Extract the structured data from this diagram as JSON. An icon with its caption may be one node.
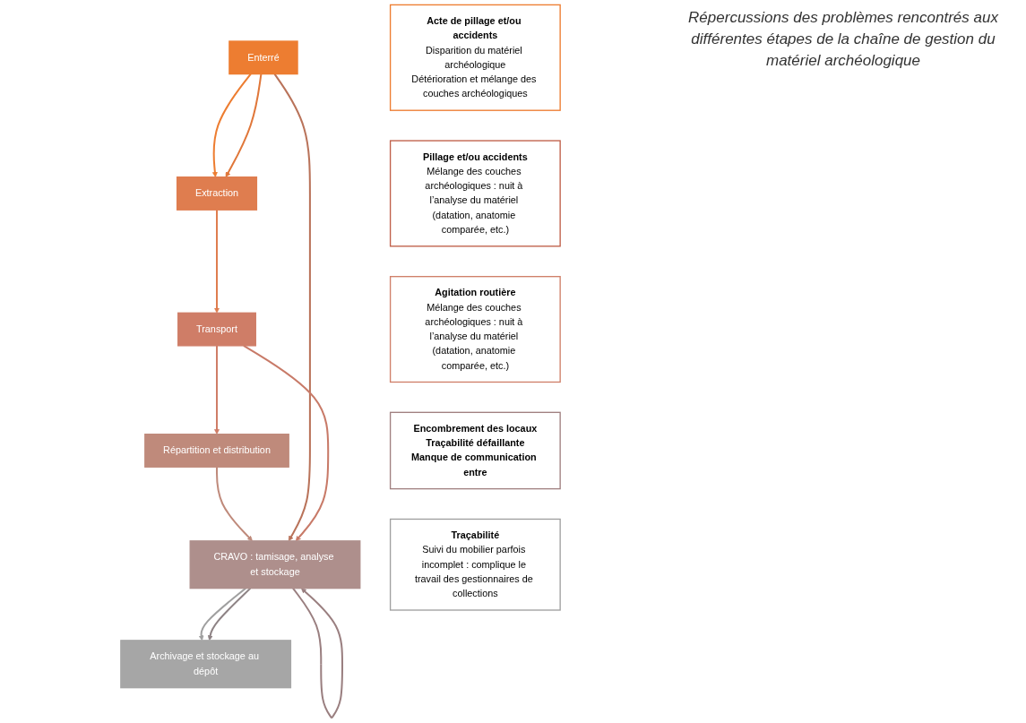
{
  "diagram": {
    "title": "Répercussions des problèmes rencontrés aux différentes étapes de la chaîne de gestion du matériel archéologique",
    "nodes": [
      {
        "text": [
          "Enterré"
        ]
      },
      {
        "text": [
          "Extraction"
        ]
      },
      {
        "text": [
          "Transport"
        ]
      },
      {
        "text": [
          "Répartition et distribution"
        ]
      },
      {
        "text": [
          "CRAVO : tamisage, analyse et stockage"
        ]
      },
      {
        "text": [
          "Archivage et stockage au dépôt"
        ]
      },
      {
        "text": [
          "Acte de pillage et/ou accidents",
          "Disparition du matériel archéologique",
          "Détérioration et mélange des couches archéologiques"
        ]
      },
      {
        "text": [
          "Pillage et/ou accidents",
          "Mélange des couches archéologiques : nuit à l’analyse du matériel (datation, anatomie comparée, etc.)"
        ]
      },
      {
        "text": [
          "Agitation routière",
          "Mélange des couches archéologiques : nuit à l’analyse du matériel (datation, anatomie comparée, etc.)"
        ]
      },
      {
        "text": [
          "Encombrement des locaux",
          "Traçabilité défaillante",
          "Manque de communication entre"
        ]
      },
      {
        "text": [
          "Traçabilité",
          "Suivi du mobilier parfois incomplet : complique le travail des gestionnaires de collections"
        ]
      }
    ],
    "edges": [
      {
        "from": 0,
        "to": 1,
        "arrow": "to",
        "color": "#ed7d31"
      },
      {
        "from": 1,
        "to": 2,
        "arrow": "to",
        "color": "#df7d4f"
      },
      {
        "from": 2,
        "to": 3,
        "arrow": "to",
        "color": "#cf7d67"
      },
      {
        "from": 3,
        "to": 4,
        "arrow": "to",
        "color": "#bf8a7b"
      },
      {
        "from": 4,
        "to": 5,
        "arrow": "to",
        "color": "#a0a0a0"
      },
      {
        "from": 0,
        "to": 1,
        "arrow": "to",
        "color": "#e0773a"
      },
      {
        "from": 0,
        "to": 4,
        "arrow": "to",
        "color": "#b9735a"
      },
      {
        "from": 2,
        "to": 4,
        "arrow": "to",
        "color": "#c87a68"
      },
      {
        "from": 4,
        "to": 4,
        "arrow": "to",
        "color": "#9a7f80"
      },
      {
        "from": 4,
        "to": 5,
        "arrow": "to",
        "color": "#8e8385"
      }
    ]
  }
}
